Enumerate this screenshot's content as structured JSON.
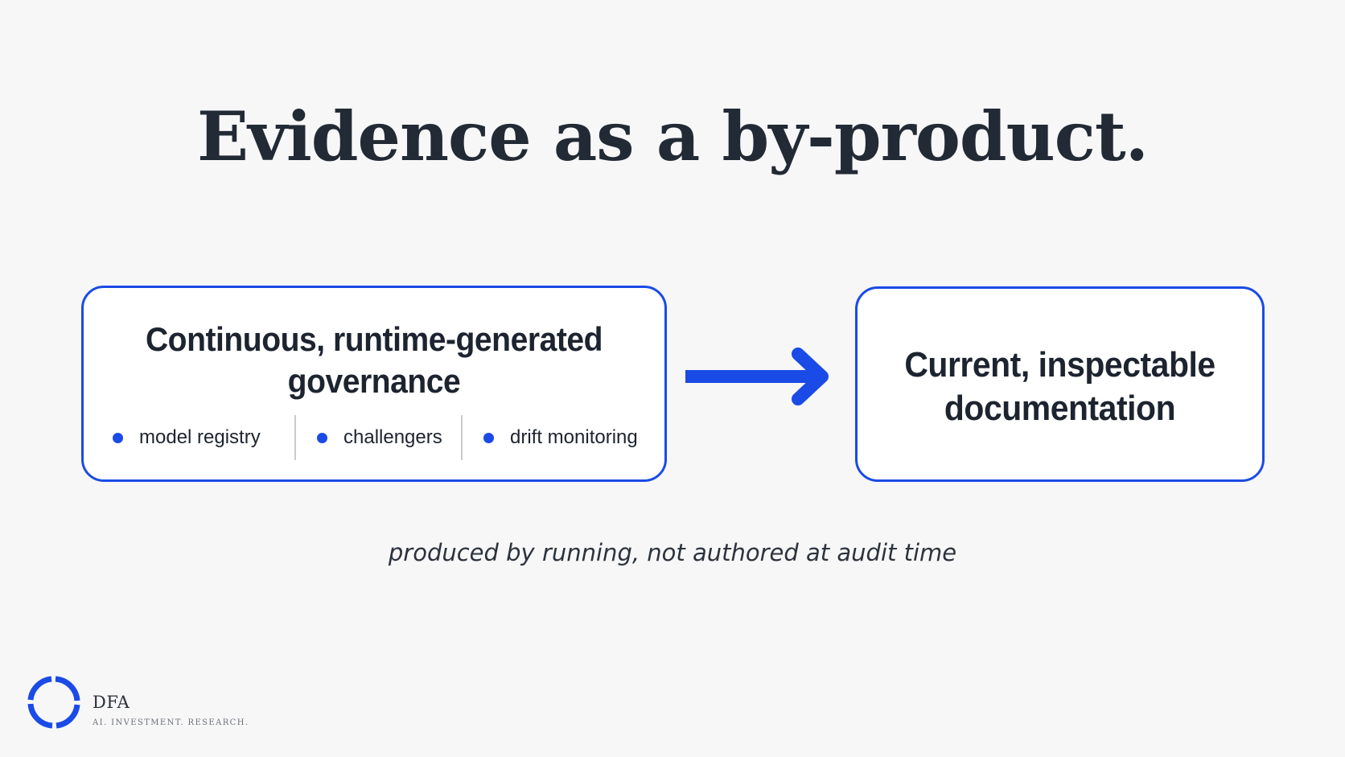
{
  "slide": {
    "title": "Evidence as a by-product.",
    "caption": "produced by running, not authored at audit time"
  },
  "diagram": {
    "source": {
      "heading_line1": "Continuous, runtime-generated",
      "heading_line2": "governance",
      "items": [
        {
          "label": "model registry"
        },
        {
          "label": "challengers"
        },
        {
          "label": "drift monitoring"
        }
      ]
    },
    "target": {
      "heading_line1": "Current, inspectable",
      "heading_line2": "documentation"
    },
    "arrow": {
      "icon": "right-arrow-icon",
      "color": "#1a4be6"
    }
  },
  "branding": {
    "name": "DFA",
    "tagline": "AI. INVESTMENT. RESEARCH.",
    "logo_icon": "ring-logo-icon",
    "accent_color": "#1a4be6"
  }
}
